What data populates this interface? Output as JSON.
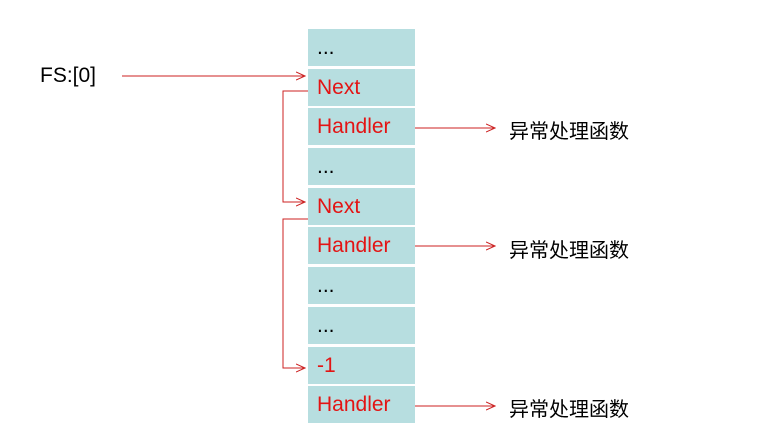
{
  "fs_label": "FS:[0]",
  "cells": [
    {
      "text": "...",
      "red": false
    },
    {
      "text": "Next",
      "red": true
    },
    {
      "text": "Handler",
      "red": true
    },
    {
      "text": "...",
      "red": false
    },
    {
      "text": "Next",
      "red": true
    },
    {
      "text": "Handler",
      "red": true
    },
    {
      "text": "...",
      "red": false
    },
    {
      "text": "...",
      "red": false
    },
    {
      "text": "-1",
      "red": true
    },
    {
      "text": "Handler",
      "red": true
    }
  ],
  "handler_targets": [
    "异常处理函数",
    "异常处理函数",
    "异常处理函数"
  ],
  "colors": {
    "cell_bg": "#b7dee0",
    "highlight_text": "#e31414",
    "arrow": "#cc2222"
  }
}
